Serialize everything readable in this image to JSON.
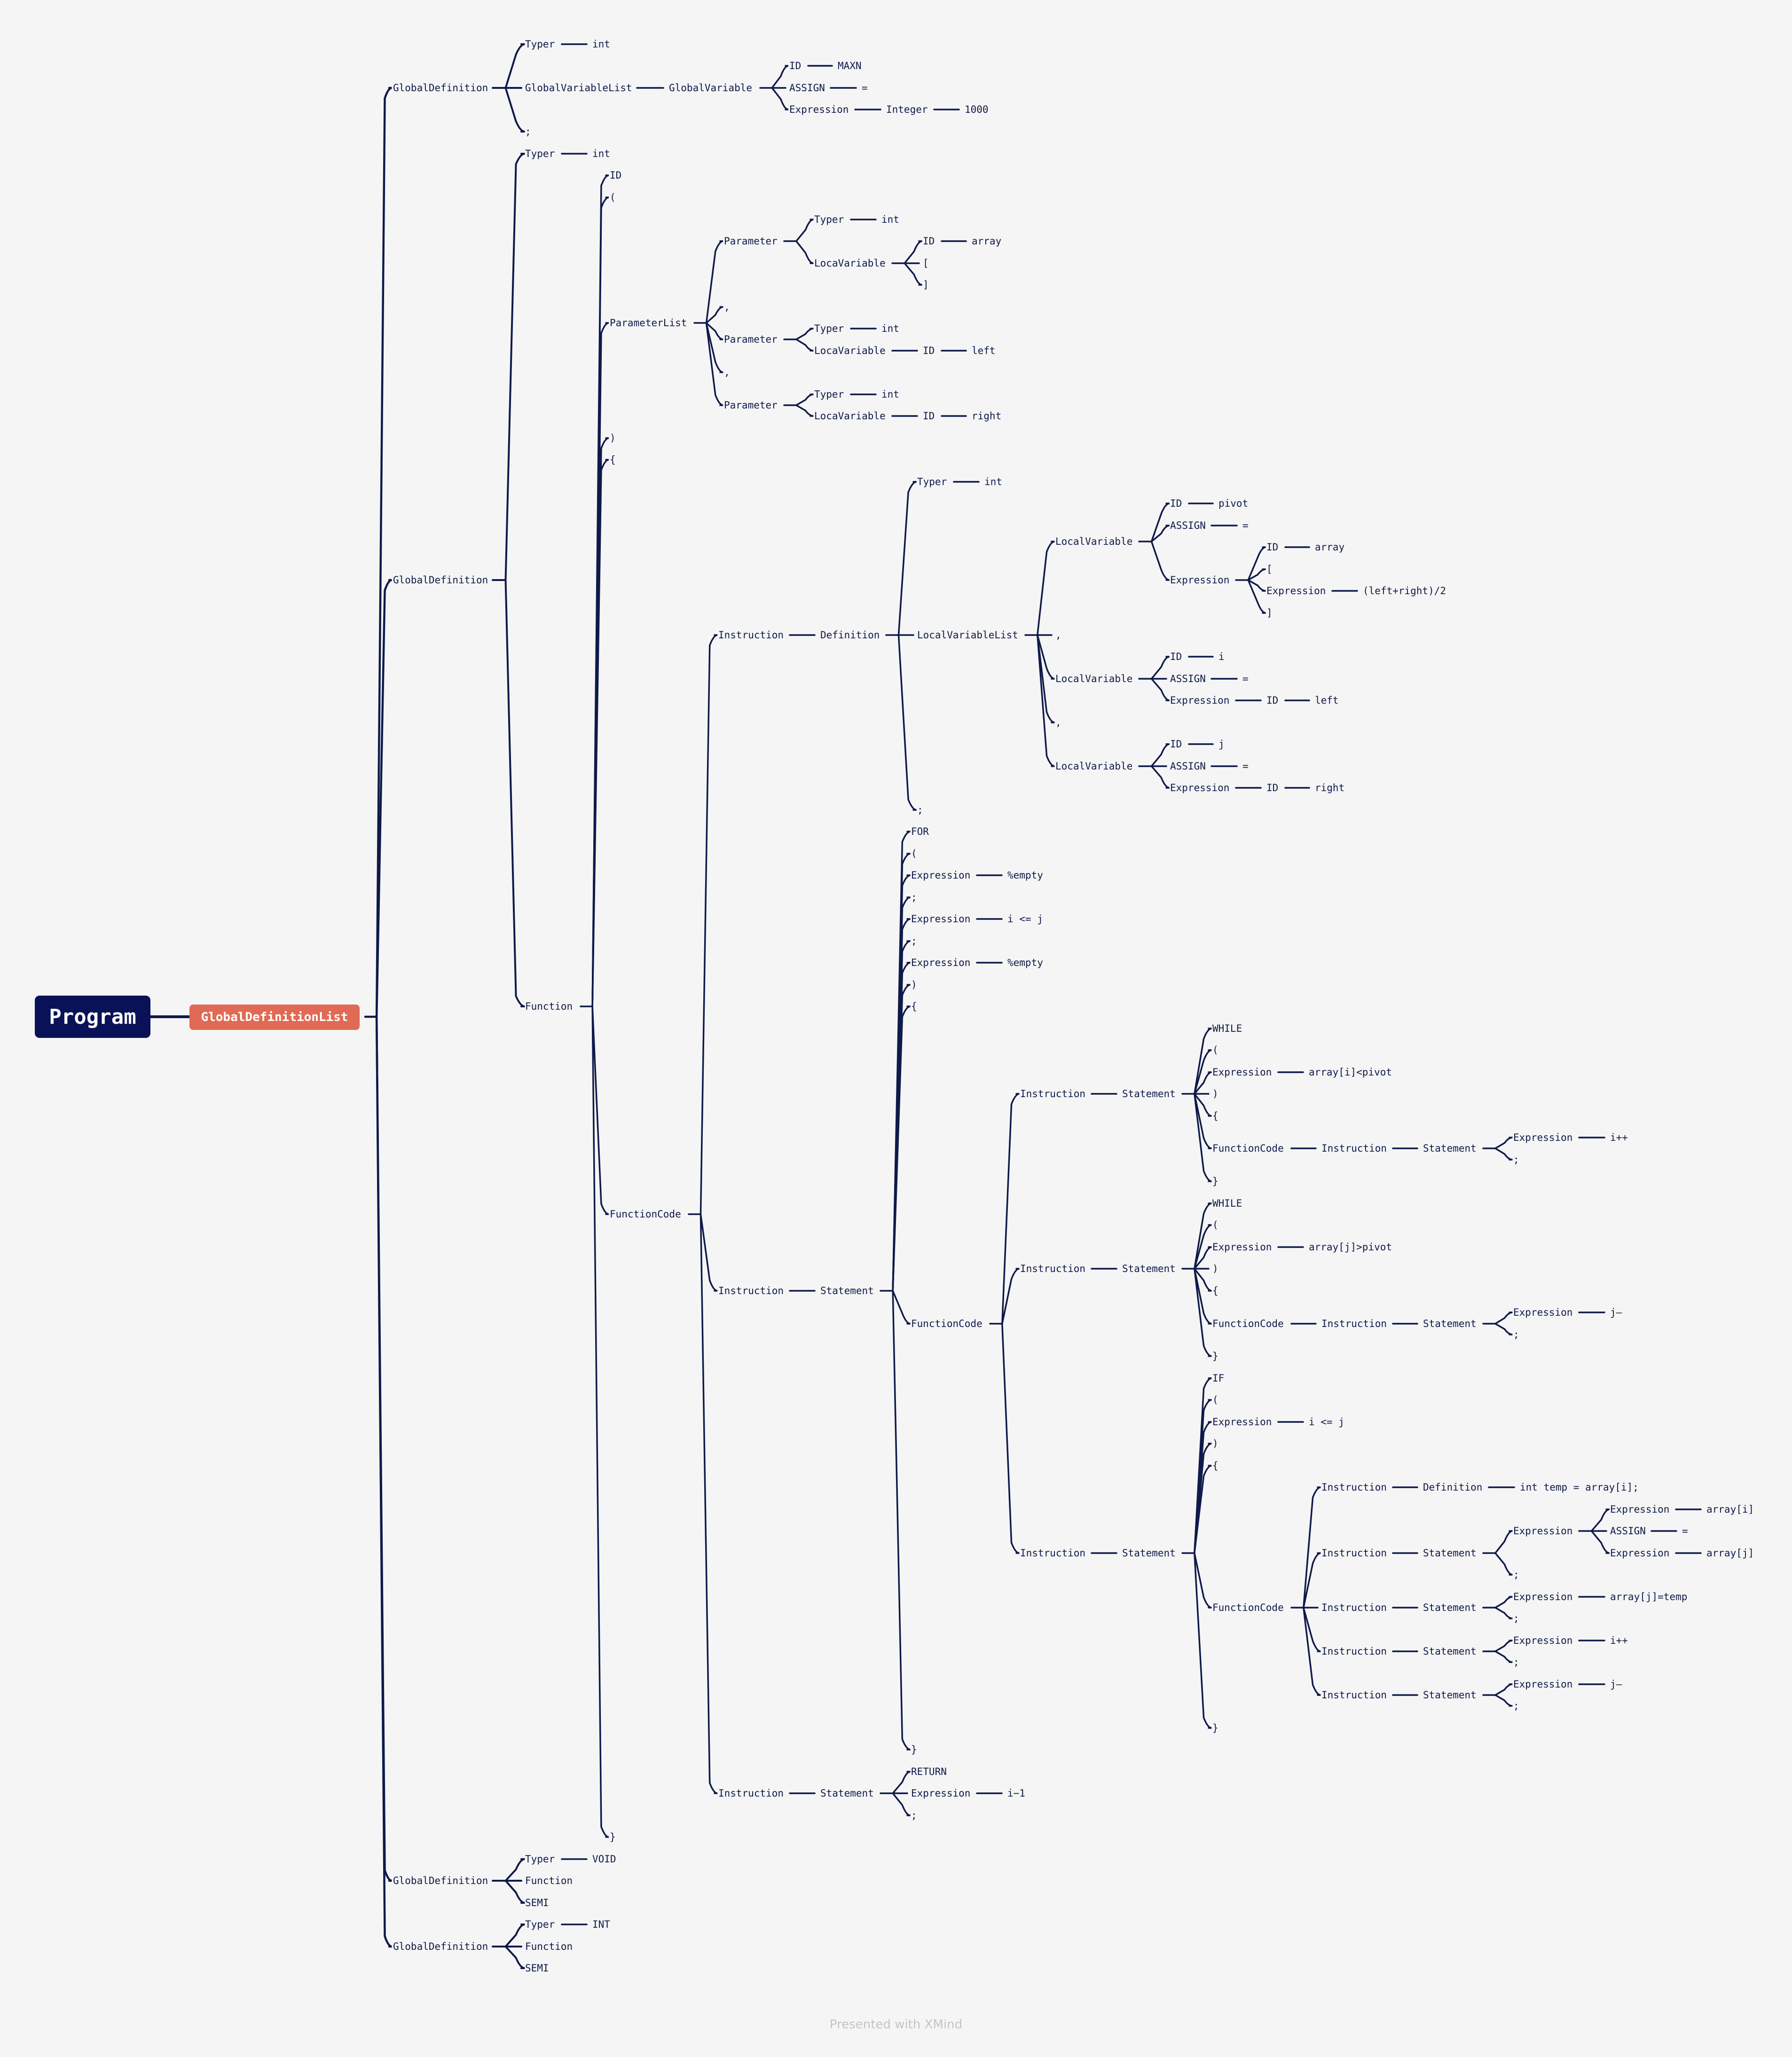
{
  "colors": {
    "line": "#0f1a4a",
    "root_bg": "#0a1257",
    "main_bg": "#e06a55",
    "background": "#f5f5f5"
  },
  "root": {
    "label": "Program"
  },
  "main": {
    "label": "GlobalDefinitionList"
  },
  "footer": {
    "text": "Presented with XMind"
  },
  "nodes": {
    "gd1": "GlobalDefinition",
    "gd1_typer": "Typer",
    "gd1_int": "int",
    "gd1_gvl": "GlobalVariableList",
    "gd1_gv": "GlobalVariable",
    "gd1_id": "ID",
    "gd1_maxn": "MAXN",
    "gd1_assign": "ASSIGN",
    "gd1_eq": "=",
    "gd1_expr": "Expression",
    "gd1_integer": "Integer",
    "gd1_1000": "1000",
    "gd1_semi": ";",
    "gd2": "GlobalDefinition",
    "gd2_typer": "Typer",
    "gd2_int": "int",
    "fn": "Function",
    "fn_id": "ID",
    "fn_lp": "(",
    "pl": "ParameterList",
    "p1": "Parameter",
    "p1_typer": "Typer",
    "p1_int": "int",
    "p1_lv": "LocaVariable",
    "p1_id": "ID",
    "p1_array": "array",
    "p1_lb": "[",
    "p1_rb": "]",
    "pl_c1": ",",
    "p2": "Parameter",
    "p2_typer": "Typer",
    "p2_int": "int",
    "p2_lv": "LocaVariable",
    "p2_id": "ID",
    "p2_left": "left",
    "pl_c2": ",",
    "p3": "Parameter",
    "p3_typer": "Typer",
    "p3_int": "int",
    "p3_lv": "LocaVariable",
    "p3_id": "ID",
    "p3_right": "right",
    "fn_rp": ")",
    "fn_lc": "{",
    "fc": "FunctionCode",
    "i1": "Instruction",
    "def": "Definition",
    "def_typer": "Typer",
    "def_int": "int",
    "lvl": "LocalVariableList",
    "lv1": "LocalVariable",
    "lv1_id": "ID",
    "lv1_pivot": "pivot",
    "lv1_assign": "ASSIGN",
    "lv1_eq": "=",
    "lv1_expr": "Expression",
    "lv1_e_id": "ID",
    "lv1_e_array": "array",
    "lv1_e_lb": "[",
    "lv1_e_expr": "Expression",
    "lv1_e_val": "(left+right)/2",
    "lv1_e_rb": "]",
    "lvl_c1": ",",
    "lv2": "LocalVariable",
    "lv2_id": "ID",
    "lv2_i": "i",
    "lv2_assign": "ASSIGN",
    "lv2_eq": "=",
    "lv2_expr": "Expression",
    "lv2_e_id": "ID",
    "lv2_e_left": "left",
    "lvl_c2": ",",
    "lv3": "LocalVariable",
    "lv3_id": "ID",
    "lv3_j": "j",
    "lv3_assign": "ASSIGN",
    "lv3_eq": "=",
    "lv3_expr": "Expression",
    "lv3_e_id": "ID",
    "lv3_e_right": "right",
    "def_semi": ";",
    "i2": "Instruction",
    "st2": "Statement",
    "for": "FOR",
    "for_lp": "(",
    "for_e1": "Expression",
    "for_e1v": "%empty",
    "for_s1": ";",
    "for_e2": "Expression",
    "for_e2v": "i <= j",
    "for_s2": ";",
    "for_e3": "Expression",
    "for_e3v": "%empty",
    "for_rp": ")",
    "for_lc": "{",
    "for_fc": "FunctionCode",
    "w1_i": "Instruction",
    "w1_st": "Statement",
    "w1_while": "WHILE",
    "w1_lp": "(",
    "w1_expr": "Expression",
    "w1_cond": "array[i]<pivot",
    "w1_rp": ")",
    "w1_lc": "{",
    "w1_fc": "FunctionCode",
    "w1_fc_i": "Instruction",
    "w1_fc_st": "Statement",
    "w1_fc_expr": "Expression",
    "w1_fc_val": "i++",
    "w1_fc_semi": ";",
    "w1_rc": "}",
    "w2_i": "Instruction",
    "w2_st": "Statement",
    "w2_while": "WHILE",
    "w2_lp": "(",
    "w2_expr": "Expression",
    "w2_cond": "array[j]>pivot",
    "w2_rp": ")",
    "w2_lc": "{",
    "w2_fc": "FunctionCode",
    "w2_fc_i": "Instruction",
    "w2_fc_st": "Statement",
    "w2_fc_expr": "Expression",
    "w2_fc_val": "j—",
    "w2_fc_semi": ";",
    "w2_rc": "}",
    "if_i": "Instruction",
    "if_st": "Statement",
    "if": "IF",
    "if_lp": "(",
    "if_expr": "Expression",
    "if_cond": "i <= j",
    "if_rp": ")",
    "if_lc": "{",
    "if_fc": "FunctionCode",
    "if_a_i": "Instruction",
    "if_a_def": "Definition",
    "if_a_val": "int temp = array[i];",
    "if_b_i": "Instruction",
    "if_b_st": "Statement",
    "if_b_expr": "Expression",
    "if_b_e1": "Expression",
    "if_b_e1v": "array[i]",
    "if_b_assign": "ASSIGN",
    "if_b_eq": "=",
    "if_b_e2": "Expression",
    "if_b_e2v": "array[j]",
    "if_b_semi": ";",
    "if_c_i": "Instruction",
    "if_c_st": "Statement",
    "if_c_expr": "Expression",
    "if_c_val": "array[j]=temp",
    "if_c_semi": ";",
    "if_d_i": "Instruction",
    "if_d_st": "Statement",
    "if_d_expr": "Expression",
    "if_d_val": "i++",
    "if_d_semi": ";",
    "if_e_i": "Instruction",
    "if_e_st": "Statement",
    "if_e_expr": "Expression",
    "if_e_val": "j—",
    "if_e_semi": ";",
    "if_rc": "}",
    "for_rc": "}",
    "i3": "Instruction",
    "st3": "Statement",
    "ret": "RETURN",
    "ret_expr": "Expression",
    "ret_val": "i−1",
    "ret_semi": ";",
    "fn_rc": "}",
    "gd3": "GlobalDefinition",
    "gd3_typer": "Typer",
    "gd3_void": "VOID",
    "gd3_fn": "Function",
    "gd3_semi": "SEMI",
    "gd4": "GlobalDefinition",
    "gd4_typer": "Typer",
    "gd4_int": "INT",
    "gd4_fn": "Function",
    "gd4_semi": "SEMI"
  }
}
